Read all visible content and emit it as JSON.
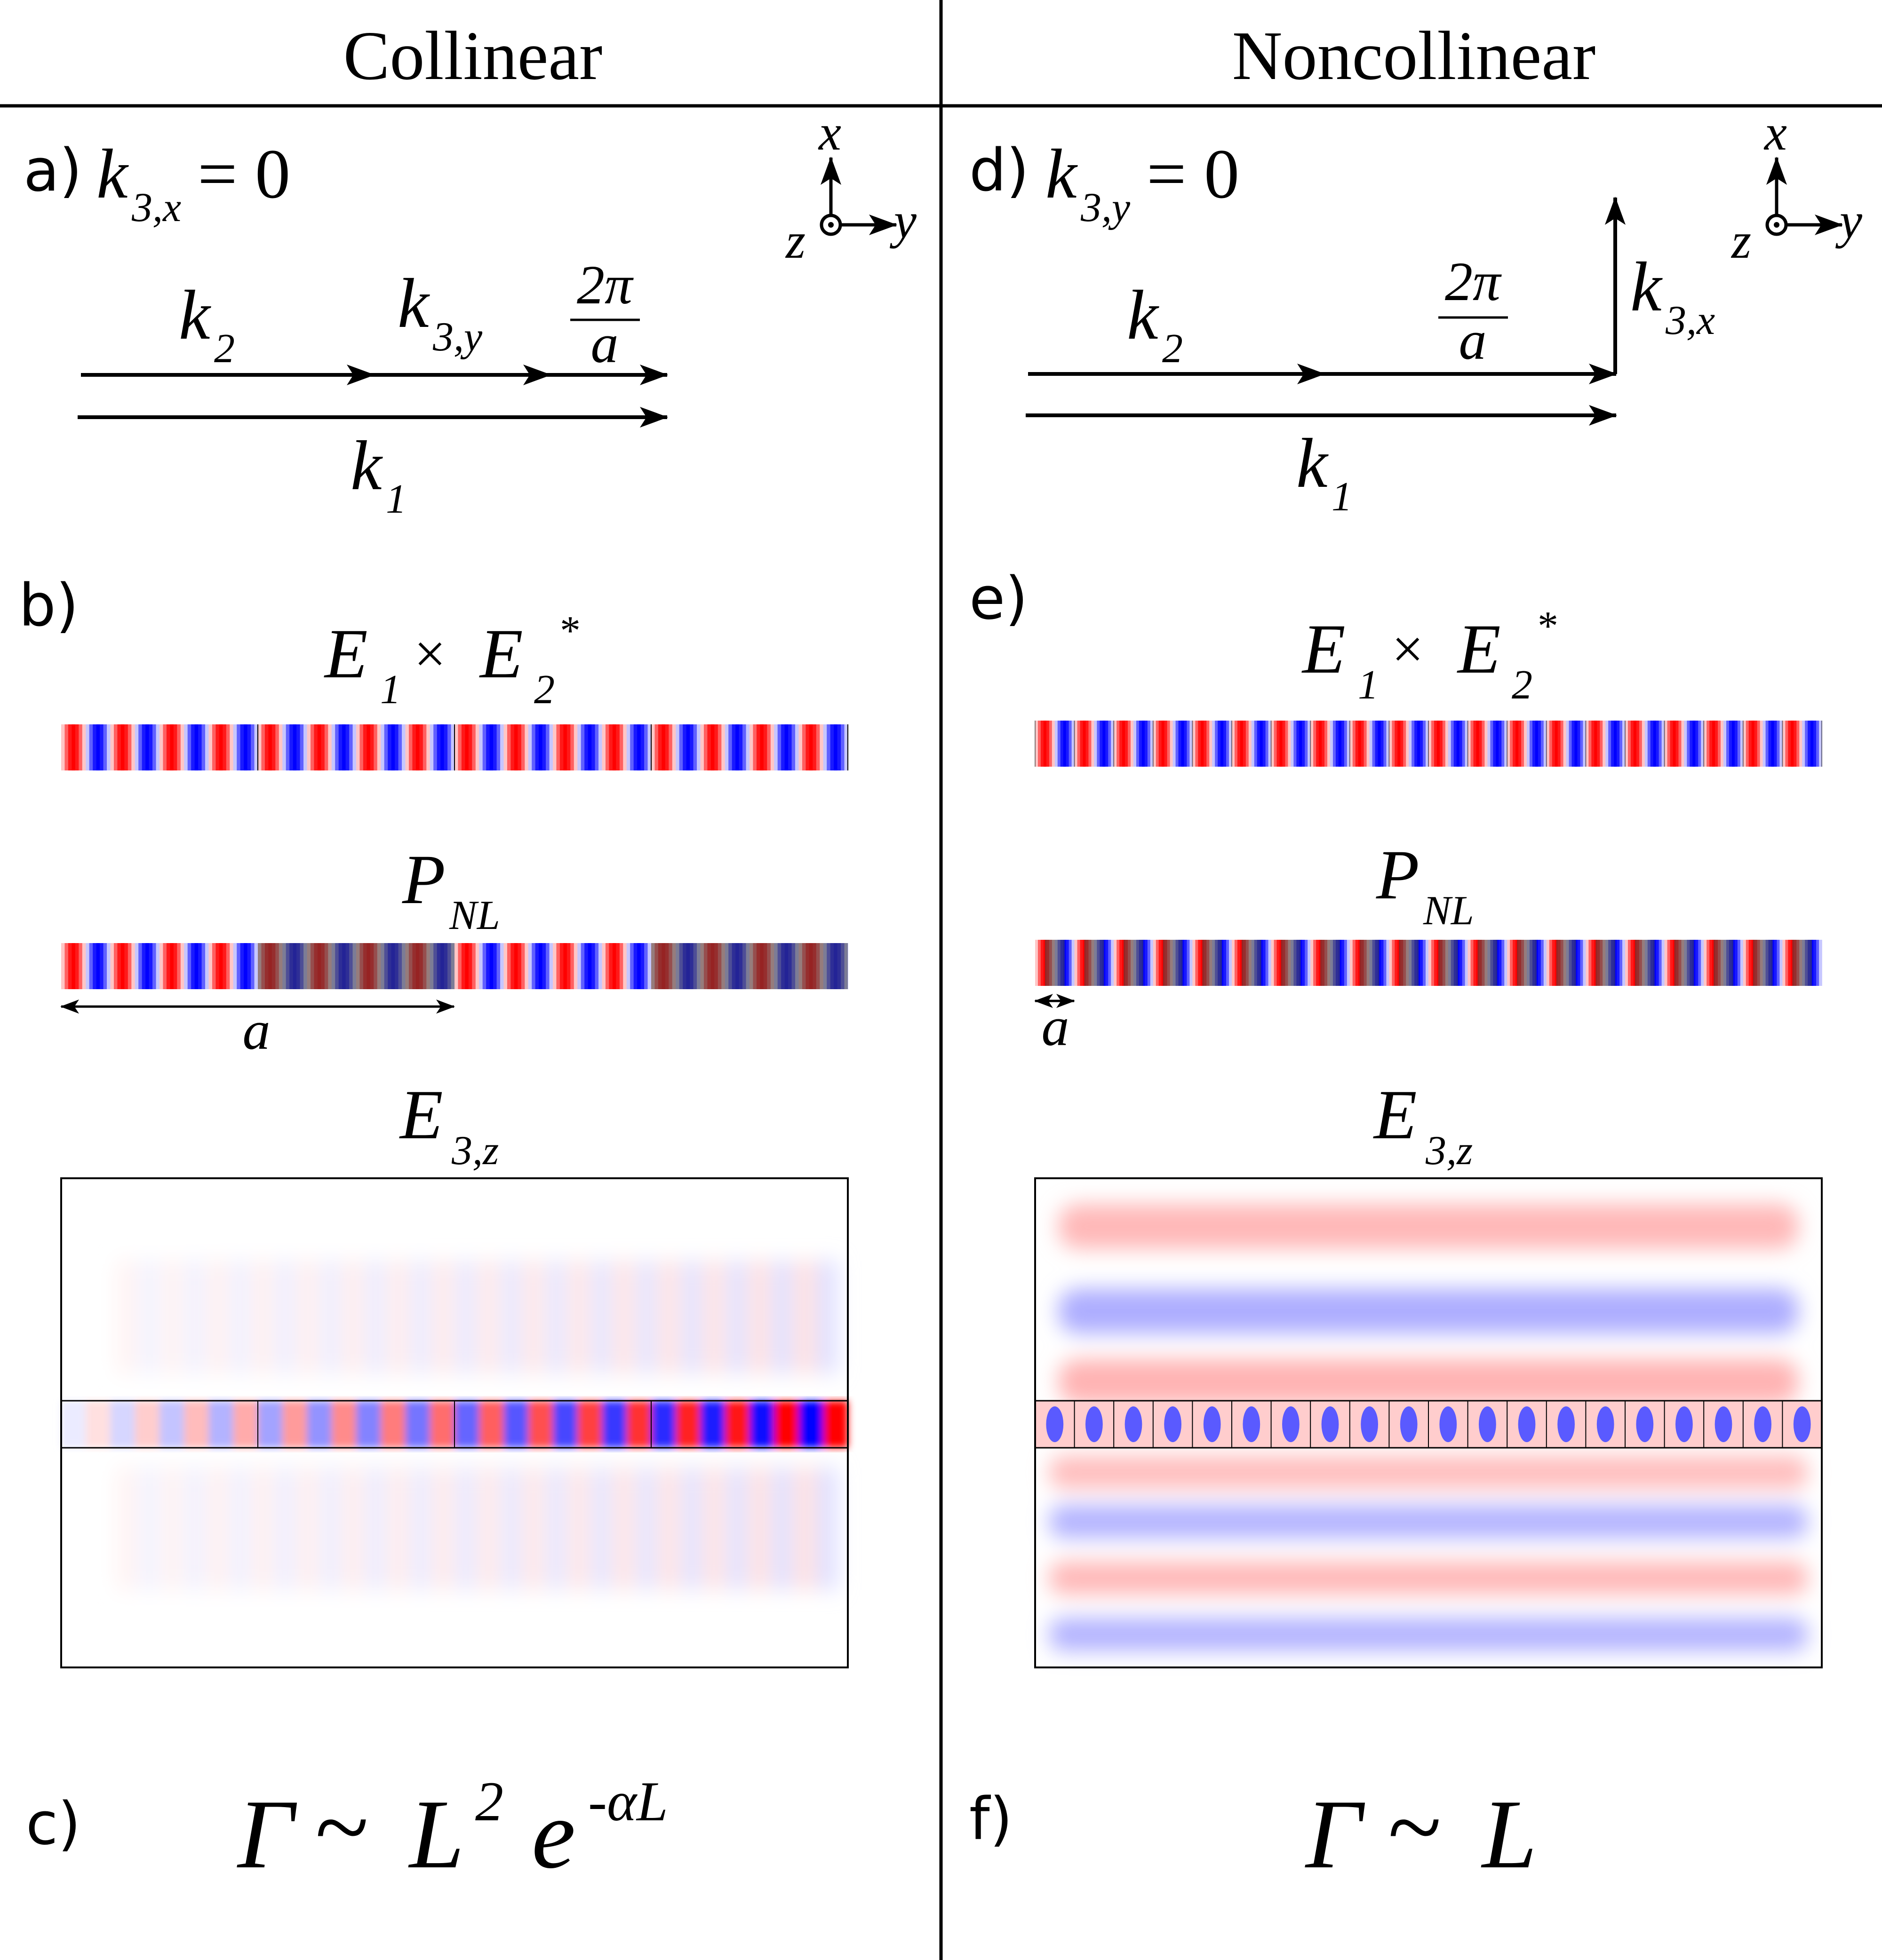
{
  "columns": {
    "left": "Collinear",
    "right": "Noncollinear"
  },
  "labels": {
    "a": "a)",
    "b": "b)",
    "c": "c)",
    "d": "d)",
    "e": "e)",
    "f": "f)"
  },
  "axes": {
    "x": "x",
    "y": "y",
    "z": "z"
  },
  "math": {
    "k": "k",
    "sub1": "1",
    "sub2": "2",
    "sub3x": "3,x",
    "sub3y": "3,y",
    "eqZero": "= 0",
    "twoPi": "2π",
    "aSym": "a",
    "E": "E",
    "times": "×",
    "star": "*",
    "P": "P",
    "subNL": "NL",
    "sub3z": "3,z",
    "Gamma": "Γ",
    "tilde": "~",
    "L": "L",
    "sq": "2",
    "e": "e",
    "expo": "-αL"
  },
  "colors": {
    "positive": "#ff0000",
    "negative": "#0000ff",
    "mask": "#404040",
    "line": "#000000"
  },
  "panels": {
    "collinear": {
      "stripeCount": 16,
      "blocks": 4,
      "maskedBlocks": [
        1,
        3
      ]
    },
    "noncollinear": {
      "stripeCount": 20,
      "cells": 20
    }
  }
}
